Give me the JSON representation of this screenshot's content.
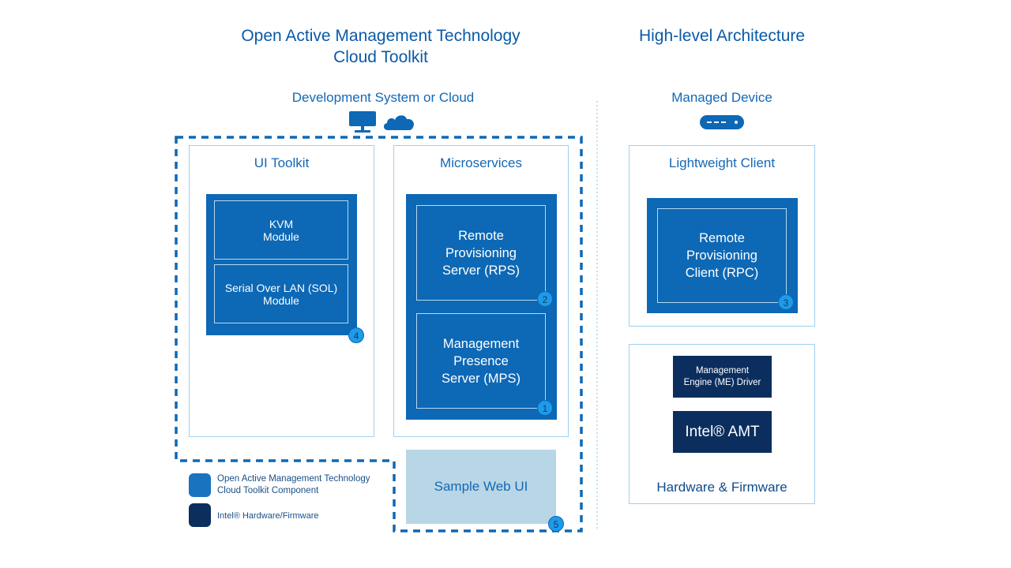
{
  "titles": {
    "left": "Open Active Management Technology\nCloud Toolkit",
    "right": "High-level Architecture"
  },
  "sections": {
    "dev_system": "Development System or Cloud",
    "managed_device": "Managed Device"
  },
  "ui_toolkit": {
    "title": "UI Toolkit",
    "kvm": "KVM\nModule",
    "sol": "Serial Over LAN (SOL)\nModule",
    "badge": "4"
  },
  "microservices": {
    "title": "Microservices",
    "rps": "Remote\nProvisioning\nServer (RPS)",
    "rps_badge": "2",
    "mps": "Management\nPresence\nServer (MPS)",
    "mps_badge": "1"
  },
  "sample_web_ui": {
    "label": "Sample Web UI",
    "badge": "5"
  },
  "lightweight_client": {
    "title": "Lightweight Client",
    "rpc": "Remote\nProvisioning\nClient (RPC)",
    "badge": "3"
  },
  "hardware": {
    "me_driver": "Management\nEngine (ME) Driver",
    "amt": "Intel® AMT",
    "label": "Hardware & Firmware"
  },
  "legend": {
    "component": "Open Active Management Technology\nCloud Toolkit Component",
    "hardware": "Intel® Hardware/Firmware"
  },
  "colors": {
    "toolkit_blue": "#0d68b5",
    "intel_navy": "#0b2e5e",
    "web_ui_light": "#b9d6e6",
    "panel_border": "#9fd0ef"
  },
  "icons": [
    "monitor-icon",
    "cloud-icon",
    "device-icon"
  ]
}
